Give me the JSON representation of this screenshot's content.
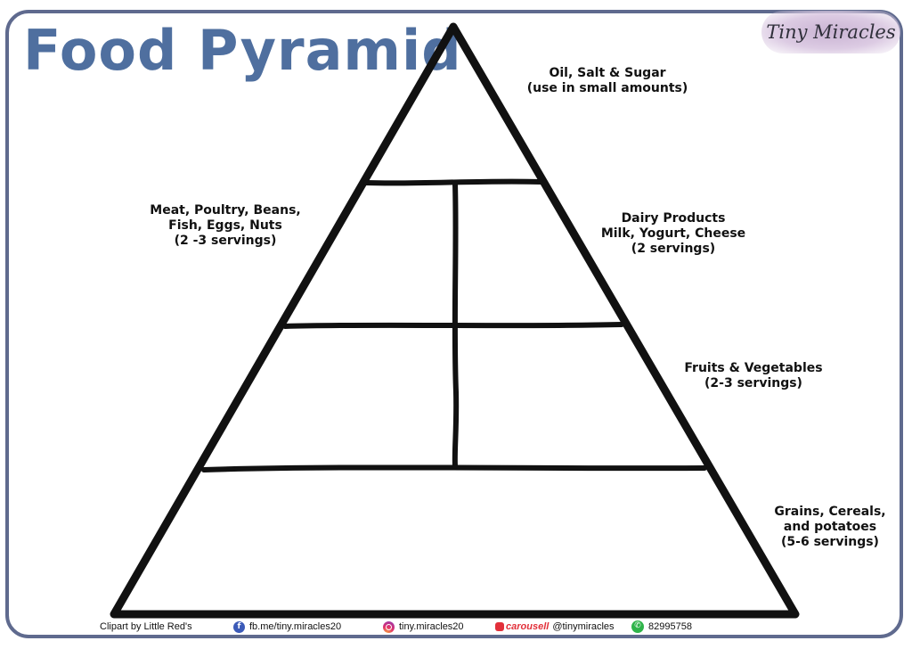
{
  "title": "Food Pyramid",
  "brand": {
    "name": "Tiny Miracles",
    "badge_color": "#d3c0dc"
  },
  "colors": {
    "frame": "#5f6a8e",
    "title": "#4f6f9f",
    "lines": "#111111"
  },
  "pyramid": {
    "tiers": [
      {
        "label_lines": [
          "Oil, Salt & Sugar",
          "(use in small amounts)"
        ]
      },
      {
        "label_lines": [
          "Meat, Poultry, Beans,",
          "Fish, Eggs, Nuts",
          "(2 -3 servings)"
        ]
      },
      {
        "label_lines": [
          "Dairy Products",
          "Milk, Yogurt, Cheese",
          "(2 servings)"
        ]
      },
      {
        "label_lines": [
          "Fruits & Vegetables",
          "(2-3 servings)"
        ]
      },
      {
        "label_lines": [
          "Grains, Cereals,",
          "and potatoes",
          "(5-6 servings)"
        ]
      }
    ]
  },
  "footer": {
    "credit": "Clipart by Little Red's",
    "facebook": {
      "icon": "facebook-icon",
      "text": "fb.me/tiny.miracles20"
    },
    "instagram": {
      "icon": "instagram-icon",
      "text": "tiny.miracles20"
    },
    "carousell": {
      "icon": "carousell-icon",
      "brand": "carousell",
      "text": "@tinymiracles"
    },
    "whatsapp": {
      "icon": "whatsapp-icon",
      "text": "82995758"
    }
  }
}
